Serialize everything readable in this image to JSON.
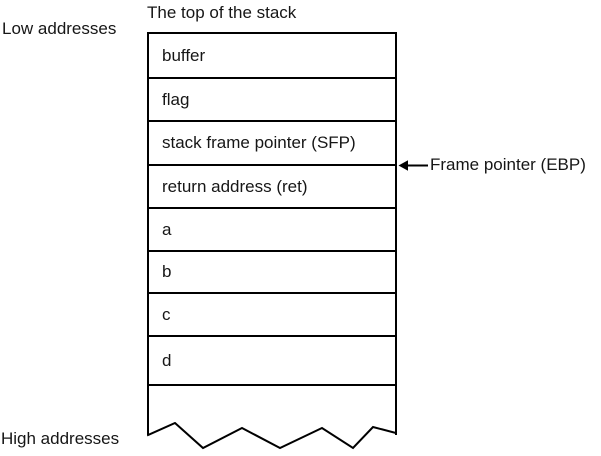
{
  "diagram": {
    "title": "The top of the stack",
    "low_addresses_label": "Low addresses",
    "high_addresses_label": "High addresses",
    "frame_pointer_label": "Frame pointer (EBP)",
    "stack_rows": [
      {
        "label": "buffer"
      },
      {
        "label": "flag"
      },
      {
        "label": "stack frame pointer (SFP)"
      },
      {
        "label": "return address (ret)"
      },
      {
        "label": "a"
      },
      {
        "label": "b"
      },
      {
        "label": "c"
      },
      {
        "label": "d"
      }
    ],
    "colors": {
      "line": "#000000",
      "text": "#161616",
      "background": "#ffffff"
    }
  }
}
